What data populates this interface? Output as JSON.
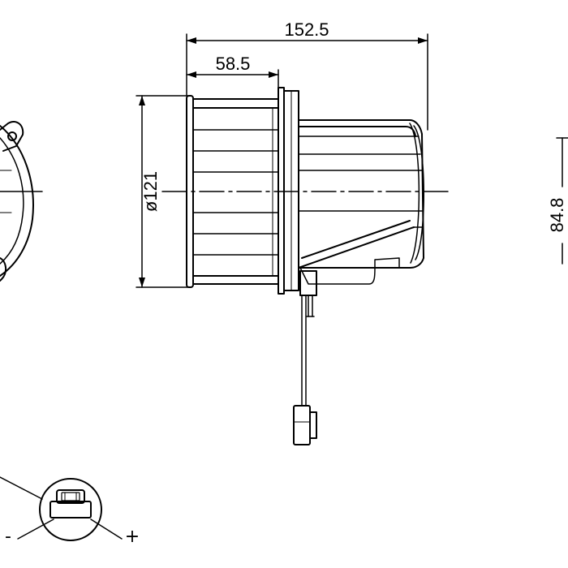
{
  "dimensions": {
    "overall_length": "152.5",
    "wheel_length": "58.5",
    "wheel_diameter": "ø121",
    "height": "84.8"
  },
  "terminals": {
    "negative": "-",
    "positive": "+"
  }
}
